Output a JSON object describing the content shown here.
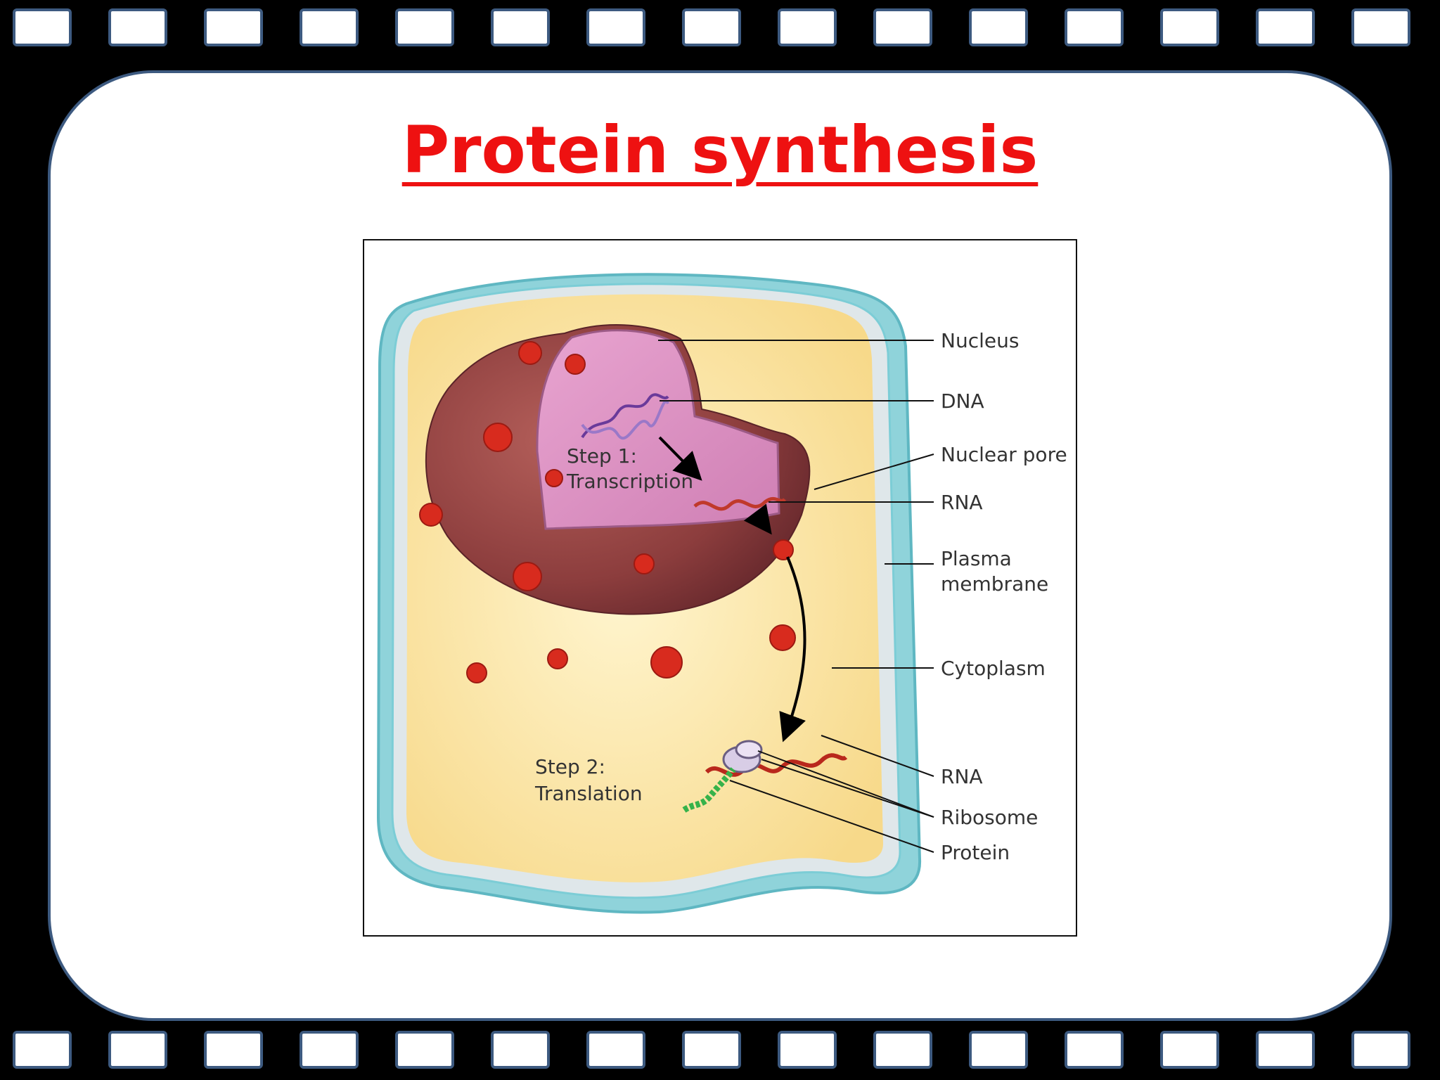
{
  "title": "Protein synthesis",
  "diagram": {
    "labels": {
      "nucleus": "Nucleus",
      "dna": "DNA",
      "nuclear_pore": "Nuclear pore",
      "rna_top": "RNA",
      "plasma_membrane_1": "Plasma",
      "plasma_membrane_2": "membrane",
      "cytoplasm": "Cytoplasm",
      "rna_bottom": "RNA",
      "ribosome": "Ribosome",
      "protein": "Protein"
    },
    "steps": {
      "step1_line1": "Step 1:",
      "step1_line2": "Transcription",
      "step2_line1": "Step 2:",
      "step2_line2": "Translation"
    }
  },
  "colors": {
    "title": "#ee1111",
    "frame_border": "#3d5a80",
    "cytoplasm": "#fbe7a8",
    "membrane": "#9fd9df",
    "nucleus": "#8e3f3f",
    "nucleoplasm": "#d98fbc",
    "pores": "#d82b1e"
  }
}
